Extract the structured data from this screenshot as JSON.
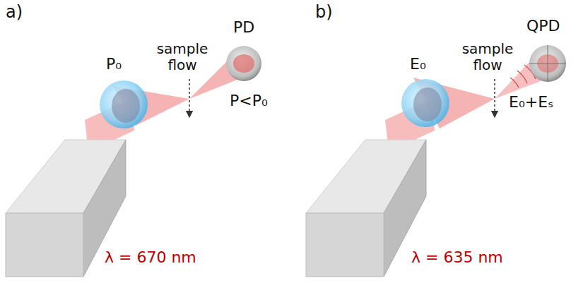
{
  "diagram": {
    "labels": [
      "a)",
      "b)",
      "sample flow",
      "PD",
      "P₀",
      "P<P₀",
      "λ = 670 nm",
      "sample flow",
      "QPD",
      "E₀",
      "E₀+Eₛ",
      "λ = 635 nm"
    ]
  }
}
